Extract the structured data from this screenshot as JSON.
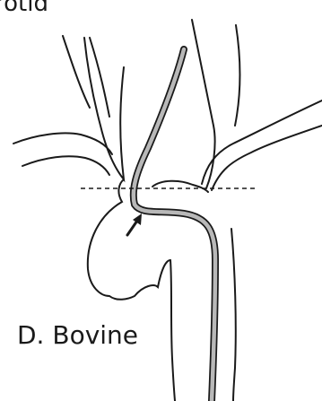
{
  "figure": {
    "top_label": "rotid",
    "caption": "D. Bovine"
  },
  "colors": {
    "outline": "#1a1a1a",
    "catheter": "#b8b8b8",
    "background": "#ffffff"
  },
  "icons": {
    "arrow": "arrow-pointing-up-right"
  }
}
